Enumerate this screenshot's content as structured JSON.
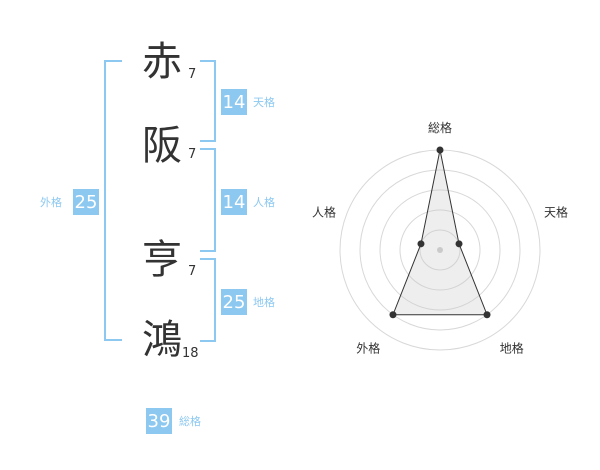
{
  "name_chars": [
    {
      "char": "赤",
      "strokes": "7"
    },
    {
      "char": "阪",
      "strokes": "7"
    },
    {
      "char": "亨",
      "strokes": "7"
    },
    {
      "char": "鴻",
      "strokes": "18"
    }
  ],
  "fortunes": {
    "ten": {
      "value": "14",
      "label": "天格"
    },
    "jin": {
      "value": "14",
      "label": "人格"
    },
    "chi": {
      "value": "25",
      "label": "地格"
    },
    "gai": {
      "value": "25",
      "label": "外格"
    },
    "sou": {
      "value": "39",
      "label": "総格"
    }
  },
  "colors": {
    "accent": "#8cc8f0",
    "text": "#333333"
  },
  "chart_data": {
    "type": "radar",
    "axes": [
      "総格",
      "天格",
      "地格",
      "外格",
      "人格"
    ],
    "values": [
      5,
      1,
      4,
      4,
      1
    ],
    "max": 5,
    "grid": true
  }
}
